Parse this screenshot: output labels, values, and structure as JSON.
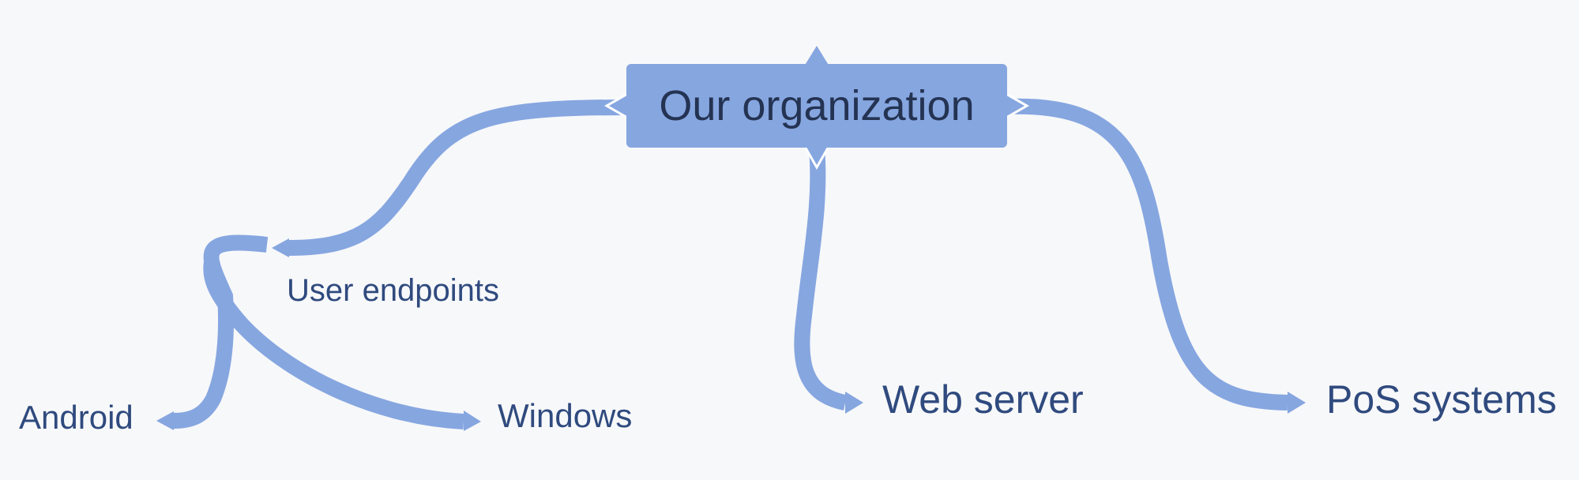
{
  "mindmap": {
    "root": {
      "label": "Our organization"
    },
    "branches": [
      {
        "label": "User endpoints",
        "children": [
          {
            "label": "Android"
          },
          {
            "label": "Windows"
          }
        ]
      },
      {
        "label": "Web server",
        "children": []
      },
      {
        "label": "PoS systems",
        "children": []
      }
    ]
  },
  "colors": {
    "background": "#f7f8fa",
    "branch": "#86a6e0",
    "root_text": "#243352",
    "leaf_text": "#2f4a7e"
  }
}
